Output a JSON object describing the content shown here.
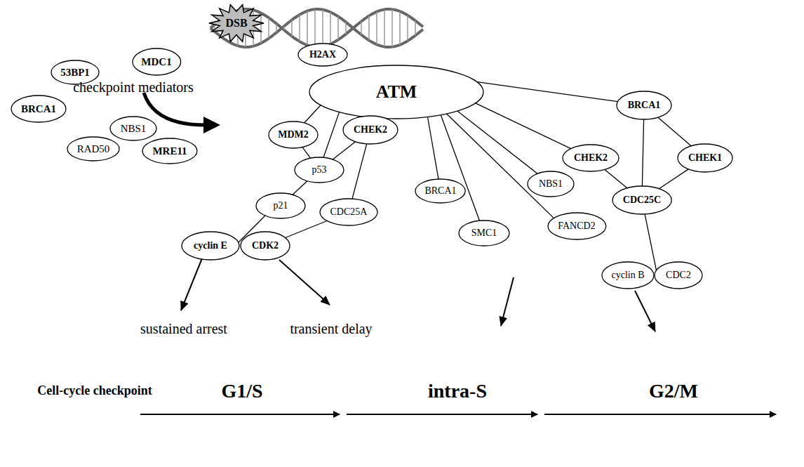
{
  "diagram": {
    "nodes": [
      {
        "text": [
          "53BP1"
        ]
      },
      {
        "text": [
          "MDC1"
        ]
      },
      {
        "text": [
          "BRCA1"
        ]
      },
      {
        "text": [
          "NBS1"
        ]
      },
      {
        "text": [
          "RAD50"
        ]
      },
      {
        "text": [
          "MRE11"
        ]
      },
      {
        "text": [
          "DSB"
        ]
      },
      {
        "text": [
          "H2AX"
        ]
      },
      {
        "text": [
          "ATM"
        ]
      },
      {
        "text": [
          "MDM2"
        ]
      },
      {
        "text": [
          "CHEK2"
        ]
      },
      {
        "text": [
          "p53"
        ]
      },
      {
        "text": [
          "p21"
        ]
      },
      {
        "text": [
          "CDC25A"
        ]
      },
      {
        "text": [
          "cyclin E"
        ]
      },
      {
        "text": [
          "CDK2"
        ]
      },
      {
        "text": [
          "BRCA1"
        ]
      },
      {
        "text": [
          "SMC1"
        ]
      },
      {
        "text": [
          "NBS1"
        ]
      },
      {
        "text": [
          "FANCD2"
        ]
      },
      {
        "text": [
          "CHEK2"
        ]
      },
      {
        "text": [
          "BRCA1"
        ]
      },
      {
        "text": [
          "CHEK1"
        ]
      },
      {
        "text": [
          "CDC25C"
        ]
      },
      {
        "text": [
          "cyclin B"
        ]
      },
      {
        "text": [
          "CDC2"
        ]
      }
    ],
    "edges": [
      {
        "from": 8,
        "to": 9,
        "arrow": "none"
      },
      {
        "from": 8,
        "to": 11,
        "arrow": "none"
      },
      {
        "from": 8,
        "to": 10,
        "arrow": "none"
      },
      {
        "from": 9,
        "to": 11,
        "arrow": "none"
      },
      {
        "from": 10,
        "to": 11,
        "arrow": "none"
      },
      {
        "from": 11,
        "to": 12,
        "arrow": "none"
      },
      {
        "from": 10,
        "to": 13,
        "arrow": "none"
      },
      {
        "from": 13,
        "to": 15,
        "arrow": "none"
      },
      {
        "from": 12,
        "to": 14,
        "arrow": "none"
      },
      {
        "from": 8,
        "to": 16,
        "arrow": "none"
      },
      {
        "from": 8,
        "to": 17,
        "arrow": "none"
      },
      {
        "from": 8,
        "to": 19,
        "arrow": "none"
      },
      {
        "from": 8,
        "to": 18,
        "arrow": "none"
      },
      {
        "from": 8,
        "to": 20,
        "arrow": "none"
      },
      {
        "from": 8,
        "to": 21,
        "arrow": "none"
      },
      {
        "from": 21,
        "to": 22,
        "arrow": "none"
      },
      {
        "from": 21,
        "to": 23,
        "arrow": "none"
      },
      {
        "from": 20,
        "to": 23,
        "arrow": "none"
      },
      {
        "from": 22,
        "to": 23,
        "arrow": "none"
      },
      {
        "from": 23,
        "to": 25,
        "arrow": "none"
      }
    ],
    "labels": [
      "checkpoint mediators",
      "sustained arrest",
      "transient delay",
      "Cell-cycle checkpoint",
      "G1/S",
      "intra-S",
      "G2/M"
    ]
  }
}
